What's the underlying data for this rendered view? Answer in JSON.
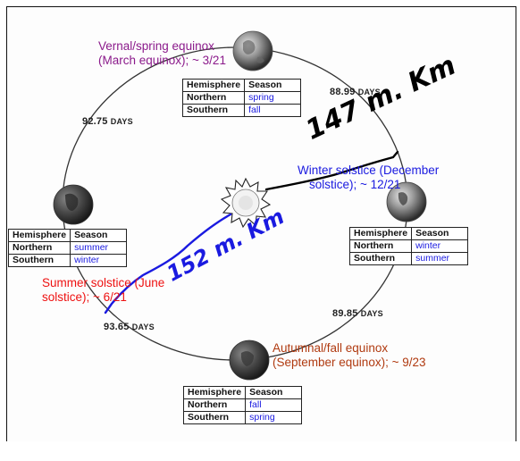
{
  "labels": {
    "vernal": [
      "Vernal/spring equinox",
      "(March equinox); ~ 3/21"
    ],
    "winter": [
      "Winter solstice (December",
      "solstice); ~ 12/21"
    ],
    "summer": [
      "Summer solstice (June",
      "solstice); ~ 6/21"
    ],
    "autumnal": [
      "Autumnal/fall equinox",
      "(September equinox); ~ 9/23"
    ]
  },
  "days": {
    "top_left": {
      "num": "92.75",
      "unit": "DAYS"
    },
    "top_right": {
      "num": "88.99",
      "unit": "DAYS"
    },
    "bottom_left": {
      "num": "93.65",
      "unit": "DAYS"
    },
    "bottom_right": {
      "num": "89.85",
      "unit": "DAYS"
    }
  },
  "table_headers": {
    "hemisphere": "Hemisphere",
    "season": "Season"
  },
  "tables": {
    "top": {
      "northern": "Northern",
      "north_season": "spring",
      "southern": "Southern",
      "south_season": "fall"
    },
    "left": {
      "northern": "Northern",
      "north_season": "summer",
      "southern": "Southern",
      "south_season": "winter"
    },
    "right": {
      "northern": "Northern",
      "north_season": "winter",
      "southern": "Southern",
      "south_season": "summer"
    },
    "bottom": {
      "northern": "Northern",
      "north_season": "fall",
      "southern": "Southern",
      "south_season": "spring"
    }
  },
  "annotations": {
    "near": "147 m. Km",
    "far": "152 m. Km"
  },
  "colors": {
    "vernal": "#8b1a8b",
    "winter": "#1a1ae0",
    "summer": "#ee1111",
    "autumnal": "#b03a10",
    "handwriting": "#000000",
    "far_line": "#1a1ae0"
  },
  "icons": [
    "earth-icon",
    "sun-icon"
  ]
}
